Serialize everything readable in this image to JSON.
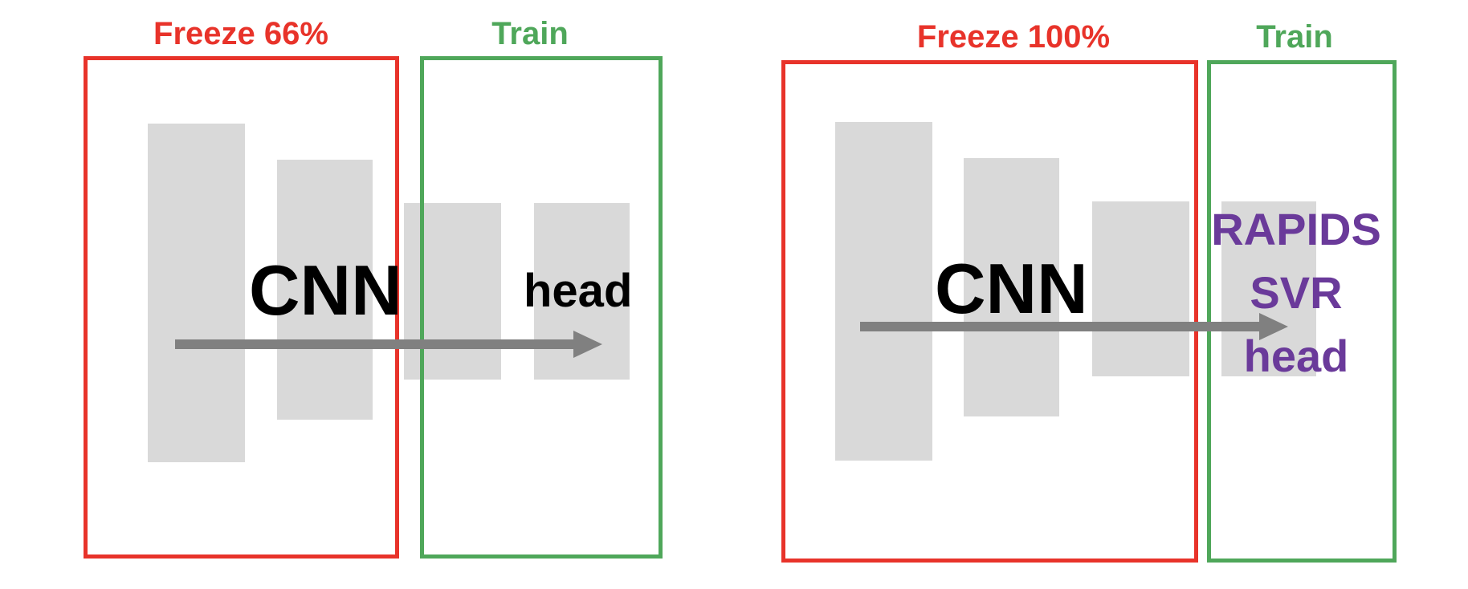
{
  "colors": {
    "freeze": "#e8332a",
    "train": "#4fa75a",
    "rapids": "#6a3a9a",
    "layer": "#d9d9d9",
    "arrow": "#808080",
    "text": "#000000"
  },
  "left_panel": {
    "freeze_label": "Freeze 66%",
    "train_label": "Train",
    "cnn_label": "CNN",
    "head_label": "head"
  },
  "right_panel": {
    "freeze_label": "Freeze 100%",
    "train_label": "Train",
    "cnn_label": "CNN",
    "head_lines": [
      "RAPIDS",
      "SVR",
      "head"
    ]
  }
}
